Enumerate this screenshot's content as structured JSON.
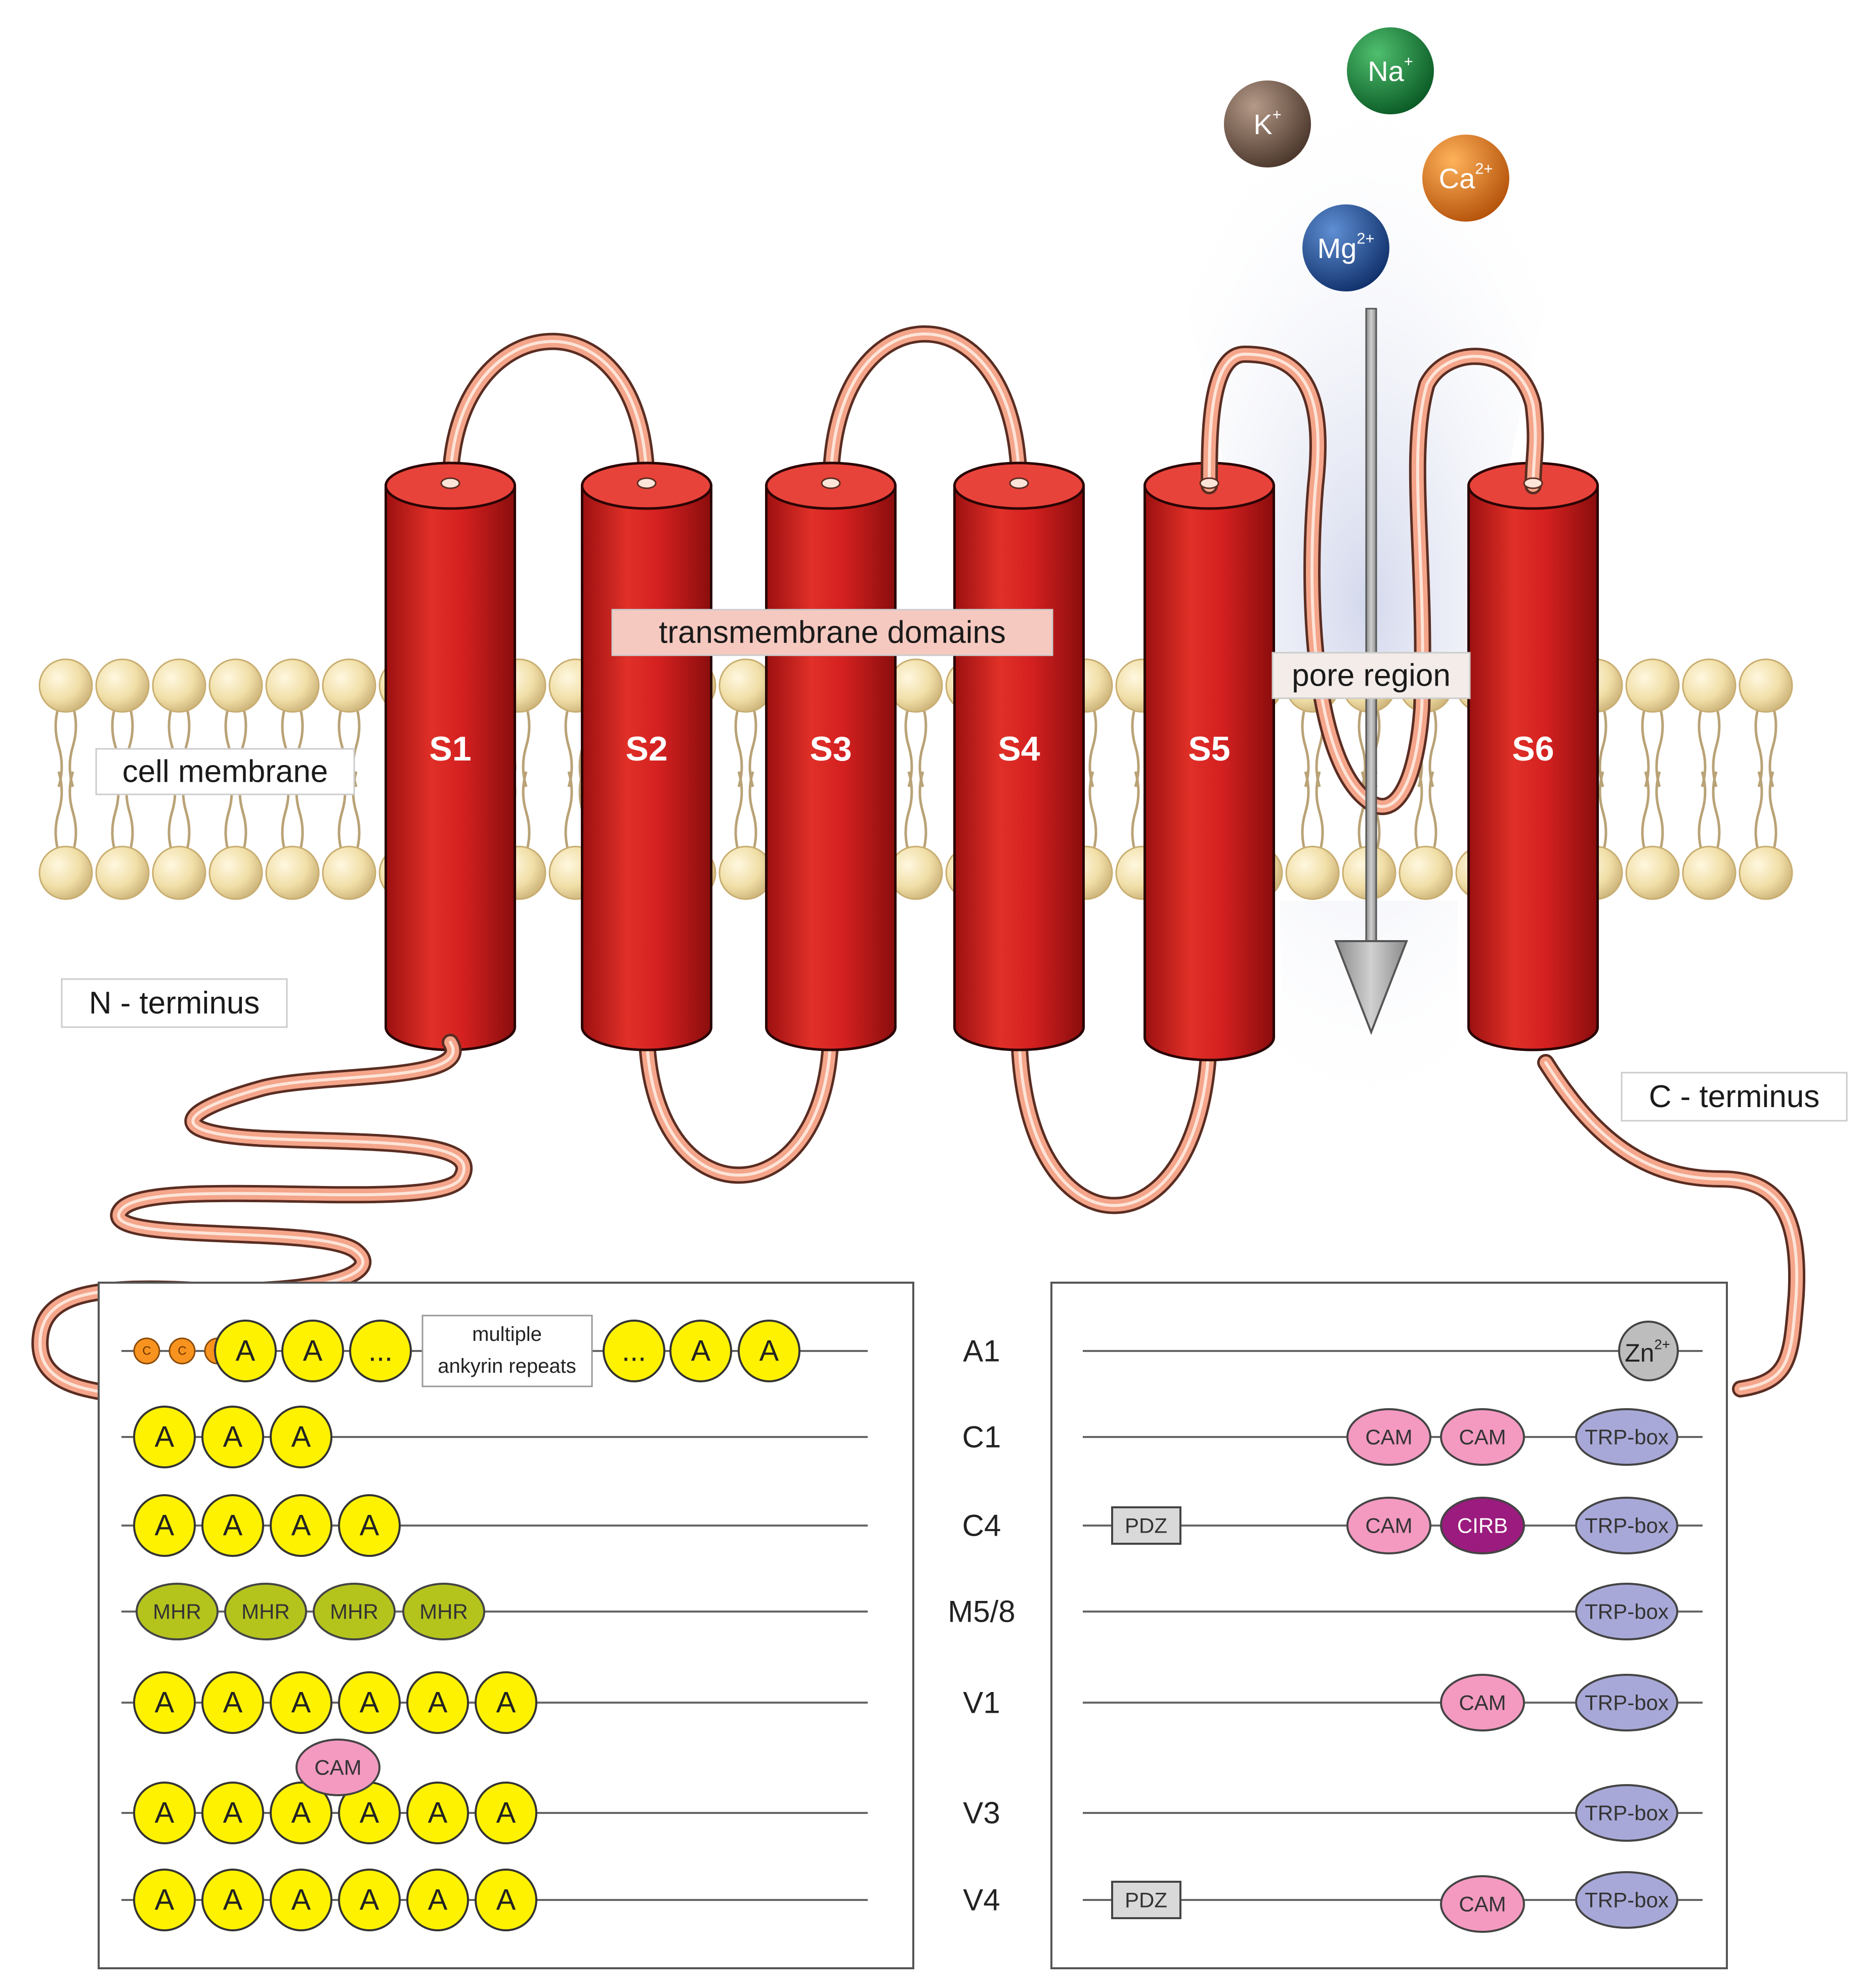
{
  "labels": {
    "transmembrane": "transmembrane domains",
    "pore": "pore region",
    "membrane": "cell membrane",
    "n_terminus": "N - terminus",
    "c_terminus": "C - terminus",
    "multiple_line1": "multiple",
    "multiple_line2": "ankyrin repeats"
  },
  "helices": [
    "S1",
    "S2",
    "S3",
    "S4",
    "S5",
    "S6"
  ],
  "ions": [
    {
      "base": "K",
      "sup": "+",
      "color": "#6e5446"
    },
    {
      "base": "Na",
      "sup": "+",
      "color": "#138a3a"
    },
    {
      "base": "Ca",
      "sup": "2+",
      "color": "#e8740f"
    },
    {
      "base": "Mg",
      "sup": "2+",
      "color": "#1d4f94"
    }
  ],
  "rows": [
    {
      "name": "A1",
      "n": [
        "c",
        "c",
        "c",
        "A",
        "A",
        "...",
        "multiple",
        "...",
        "A",
        "A"
      ],
      "c": [
        "Zn2+"
      ]
    },
    {
      "name": "C1",
      "n": [
        "A",
        "A",
        "A"
      ],
      "c": [
        "CAM",
        "CAM",
        "TRP-box"
      ]
    },
    {
      "name": "C4",
      "n": [
        "A",
        "A",
        "A",
        "A"
      ],
      "c": [
        "PDZ",
        "CAM",
        "CIRB",
        "TRP-box"
      ]
    },
    {
      "name": "M5/8",
      "n": [
        "MHR",
        "MHR",
        "MHR",
        "MHR"
      ],
      "c": [
        "TRP-box"
      ]
    },
    {
      "name": "V1",
      "n": [
        "A",
        "A",
        "A",
        "A",
        "A",
        "A"
      ],
      "c": [
        "CAM",
        "TRP-box"
      ]
    },
    {
      "name": "V3",
      "n": [
        "A",
        "A",
        "A",
        "A",
        "A",
        "A",
        "CAM"
      ],
      "c": [
        "TRP-box"
      ]
    },
    {
      "name": "V4",
      "n": [
        "A",
        "A",
        "A",
        "A",
        "A",
        "A"
      ],
      "c": [
        "PDZ",
        "CAM",
        "TRP-box"
      ]
    }
  ],
  "tokens": {
    "c_small": "C",
    "ankyrin": "A",
    "ellipsis": "...",
    "mhr": "MHR",
    "cam": "CAM",
    "cirb": "CIRB",
    "trp": "TRP-box",
    "pdz": "PDZ",
    "zn_base": "Zn",
    "zn_sup": "2+"
  },
  "colors": {
    "helix": "#d42020",
    "helix_top": "#e8433a",
    "loop": "#f4a58a",
    "lipid": "#f1dfa8",
    "ankyrin": "#fff200",
    "mhr": "#b5c41d",
    "cam": "#f49ac1",
    "cirb": "#9b1b7e",
    "trp": "#a8a8d8",
    "pdz": "#d9d9d9",
    "zn": "#bdbdbd",
    "c_small": "#f7931e"
  }
}
